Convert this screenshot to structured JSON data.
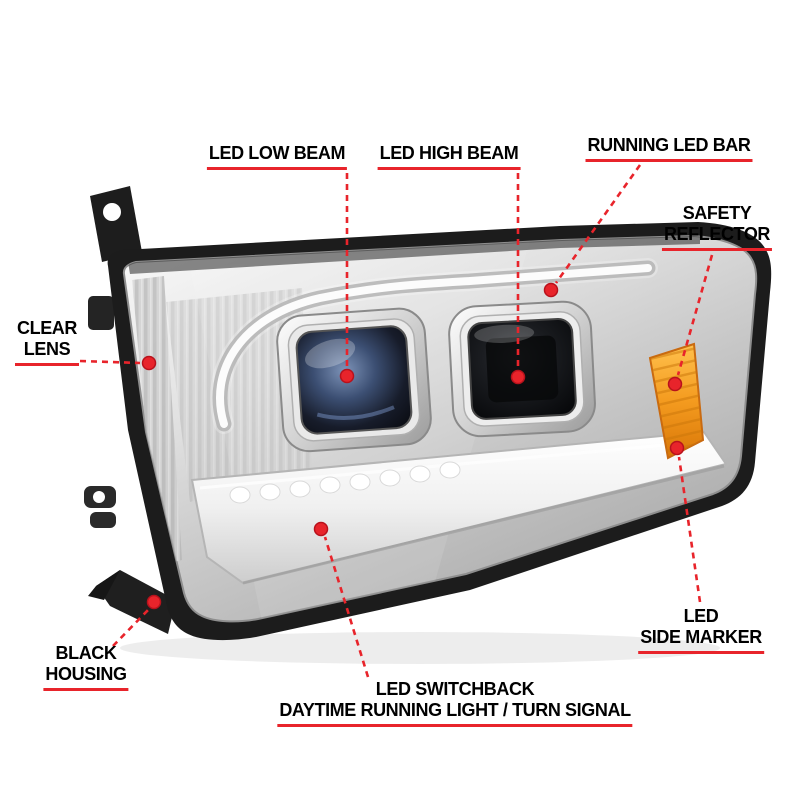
{
  "colors": {
    "accent_red": "#e8242b",
    "label_text": "#000000",
    "background": "#ffffff",
    "amber_reflector": "#f49b1f",
    "chrome_light": "#f2f2f2",
    "chrome_dark": "#9a9a9a"
  },
  "callouts": {
    "low_beam": {
      "lines": [
        "LED LOW BEAM"
      ]
    },
    "high_beam": {
      "lines": [
        "LED HIGH BEAM"
      ]
    },
    "running_bar": {
      "lines": [
        "RUNNING LED BAR"
      ]
    },
    "safety_reflector": {
      "lines": [
        "SAFETY",
        "REFLECTOR"
      ]
    },
    "clear_lens": {
      "lines": [
        "CLEAR",
        "LENS"
      ]
    },
    "black_housing": {
      "lines": [
        "BLACK",
        "HOUSING"
      ]
    },
    "side_marker": {
      "lines": [
        "LED",
        "SIDE MARKER"
      ]
    },
    "switchback": {
      "lines": [
        "LED SWITCHBACK",
        "DAYTIME RUNNING LIGHT / TURN SIGNAL"
      ]
    }
  }
}
